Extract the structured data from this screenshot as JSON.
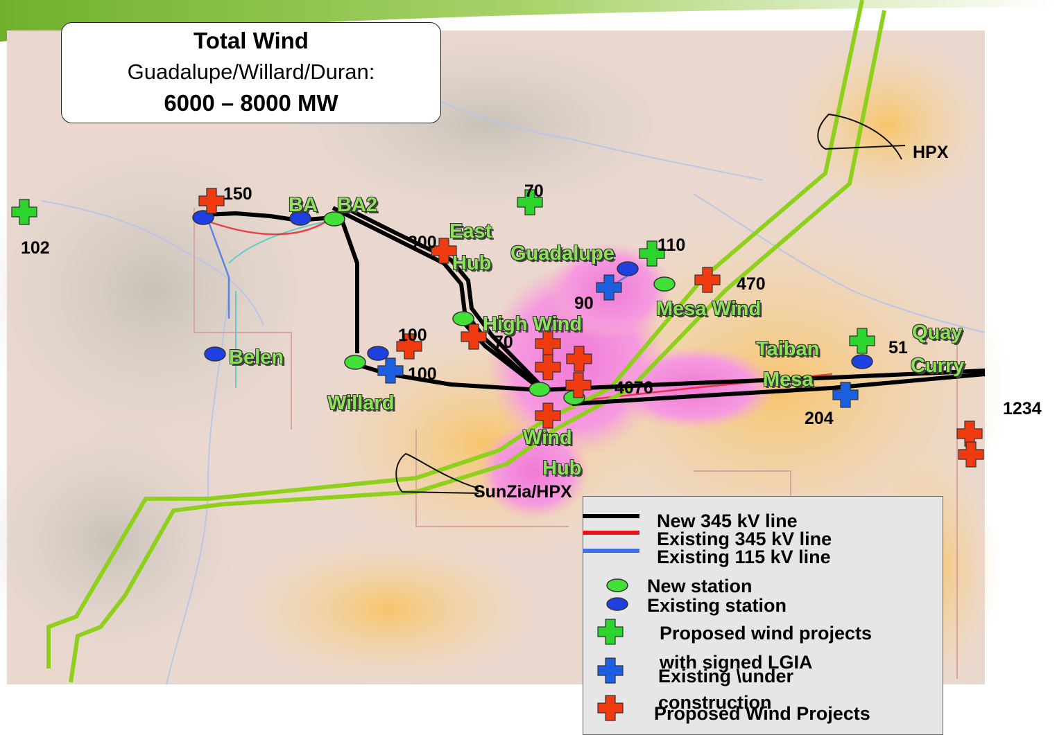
{
  "title": {
    "line1": "Total Wind",
    "line2": "Guadalupe/Willard/Duran:",
    "line3": "6000 – 8000 MW"
  },
  "routes": {
    "hpx": "HPX",
    "sunzia": "SunZia/HPX"
  },
  "stations": {
    "ba": "BA",
    "ba2": "BA2",
    "east_hub_1": "East",
    "east_hub_2": "Hub",
    "guadalupe": "Guadalupe",
    "mesa_wind": "Mesa Wind",
    "high_wind": "High Wind",
    "belen": "Belen",
    "willard": "Willard",
    "wind_hub_1": "Wind",
    "wind_hub_2": "Hub",
    "taiban": "Taiban",
    "mesa": "Mesa",
    "quay": "Quay",
    "curry": "Curry"
  },
  "numbers": {
    "n102": "102",
    "n150": "150",
    "n70a": "70",
    "n300": "300",
    "n110": "110",
    "n470": "470",
    "n90": "90",
    "n100a": "100",
    "n70b": "70",
    "n100b": "100",
    "n4076": "4076",
    "n51": "51",
    "n204": "204",
    "n1234": "1234"
  },
  "legend": {
    "new_345": "New 345 kV line",
    "existing_345": "Existing 345 kV line",
    "existing_115": "Existing 115 kV line",
    "new_station": "New station",
    "existing_station": "Existing station",
    "proposed_lgia_1": "Proposed wind projects",
    "proposed_lgia_2": "with signed LGIA",
    "existing_under_1": "Existing \\under",
    "existing_under_2": "construction",
    "proposed_wind": "Proposed Wind Projects"
  },
  "colors": {
    "new_line": "#000000",
    "existing_345": "#e8141b",
    "existing_115": "#3c6fe8",
    "route": "#8ed01c",
    "new_station": "#44e03a",
    "existing_station": "#1f3fe0",
    "signed_lgia_marker": "#2ed42e",
    "existing_marker": "#1c5fe0",
    "proposed_marker": "#f03a10"
  }
}
